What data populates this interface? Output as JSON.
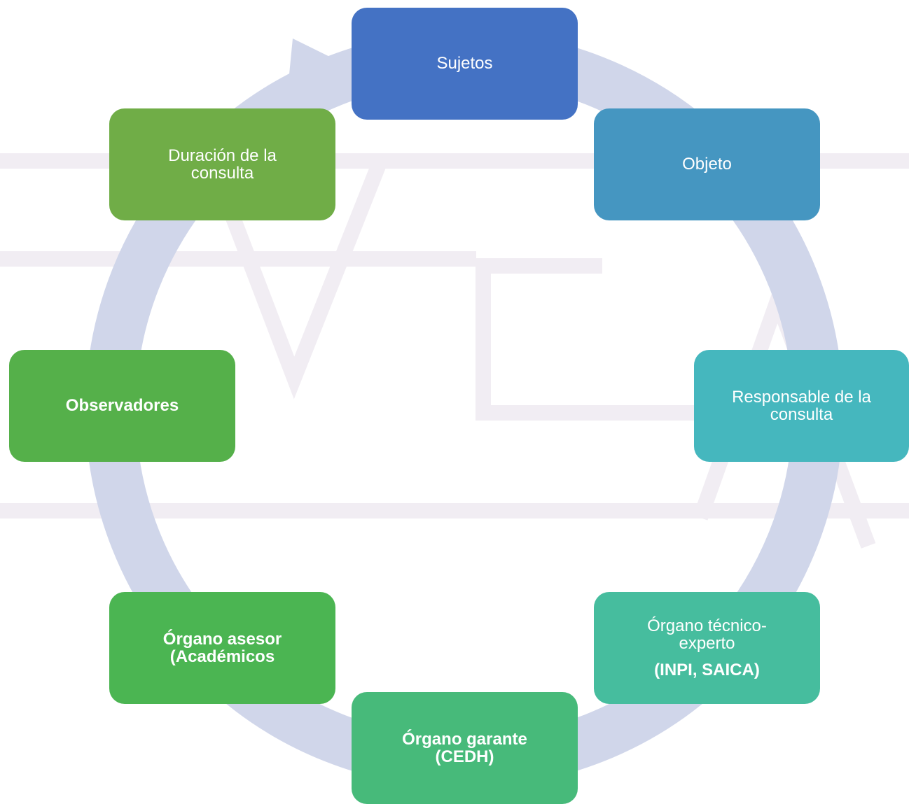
{
  "nodes": {
    "sujetos": {
      "label": "Sujetos",
      "color": "#4472C4"
    },
    "objeto": {
      "label": "Objeto",
      "color": "#4596C1"
    },
    "responsable": {
      "label": "Responsable de la consulta",
      "color": "#45B7BE"
    },
    "organo_tecnico": {
      "label": "Órgano técnico-experto",
      "sublabel": "(INPI, SAICA)",
      "color": "#46BD9E"
    },
    "organo_garante": {
      "label": "Órgano garante (CEDH)",
      "color": "#47BA7A"
    },
    "organo_asesor": {
      "label": "Órgano asesor (Académicos",
      "color": "#4BB552"
    },
    "observadores": {
      "label": "Observadores",
      "color": "#55B04A"
    },
    "duracion": {
      "label": "Duración de la consulta",
      "color": "#70AD47"
    }
  },
  "colors": {
    "cycle_arrow": "#D0D6EA",
    "watermark": "#F1EDF3"
  }
}
